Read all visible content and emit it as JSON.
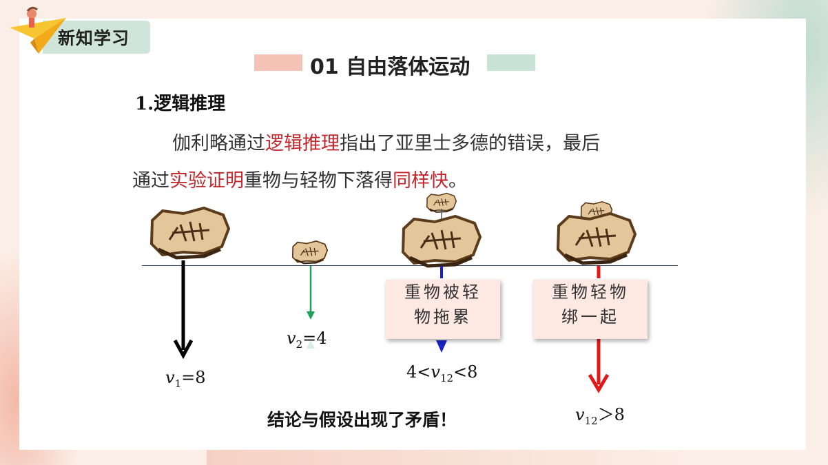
{
  "header": {
    "label": "新知学习"
  },
  "title": "01 自由落体运动",
  "section": {
    "heading": "1.逻辑推理"
  },
  "paragraph": {
    "line1": [
      {
        "text": "伽利略通过",
        "highlight": false
      },
      {
        "text": "逻辑推理",
        "highlight": true
      },
      {
        "text": "指出了亚里士多德的错误，最后",
        "highlight": false
      }
    ],
    "line2": [
      {
        "text": "通过",
        "highlight": false
      },
      {
        "text": "实验证明",
        "highlight": true
      },
      {
        "text": "重物与轻物下落得",
        "highlight": false
      },
      {
        "text": "同样快",
        "highlight": true
      },
      {
        "text": "。",
        "highlight": false
      }
    ]
  },
  "boxes": {
    "tied_drag": {
      "line1": "重物被轻",
      "line2": "物拖累"
    },
    "tied_together": {
      "line1": "重物轻物",
      "line2": "绑一起"
    }
  },
  "velocities": {
    "v1": {
      "symbol": "v",
      "sub": "1",
      "rest": "=8"
    },
    "v2": {
      "symbol": "v",
      "sub": "2",
      "rest": "=4"
    },
    "v12": {
      "prefix": "4<",
      "symbol": "v",
      "sub": "12",
      "rest": "<8"
    },
    "v12b": {
      "symbol": "v",
      "sub": "12",
      "rest": "＞8"
    }
  },
  "conclusion": "结论与假设出现了矛盾！",
  "colors": {
    "highlight": "#c0282e",
    "arrow_heavy": "#000000",
    "arrow_light": "#1fa05a",
    "arrow_combined_drag": "#1a22c8",
    "arrow_combined_fast": "#e01a1a",
    "title_bar_left": "#f4c3b6",
    "title_bar_right": "#c8e2d6"
  }
}
